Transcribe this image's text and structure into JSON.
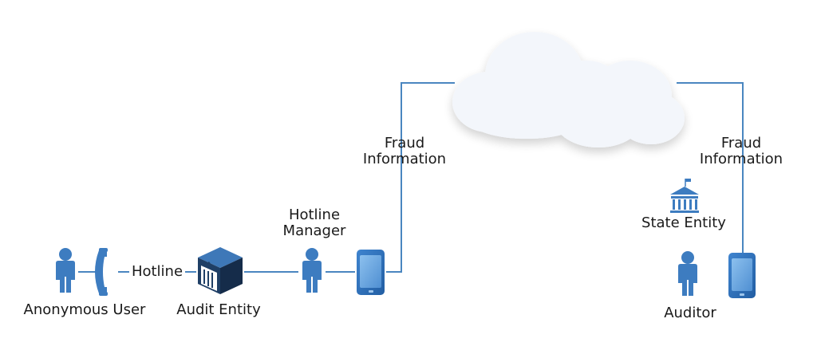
{
  "colors": {
    "connector": "#4a86c0",
    "person": "#3d7cc0",
    "device_body": "#2f6fb8",
    "device_screen": "#6aa6e0",
    "cloud": "#f3f6fb",
    "text": "#1a1a1a"
  },
  "icons": {
    "anonymous_user": "person-icon",
    "phone": "phone-handset-icon",
    "audit_entity": "building-cube-icon",
    "hotline_manager": "person-icon",
    "manager_device": "tablet-icon",
    "cloud": "cloud-icon",
    "state_entity": "government-building-icon",
    "auditor": "person-icon",
    "auditor_device": "tablet-icon"
  },
  "nodes": {
    "anonymous_user": "Anonymous User",
    "hotline": "Hotline",
    "audit_entity": "Audit Entity",
    "hotline_manager": [
      "Hotline",
      "Manager"
    ],
    "fraud_info_left": [
      "Fraud",
      "Information"
    ],
    "fraud_info_right": [
      "Fraud",
      "Information"
    ],
    "state_entity": "State Entity",
    "auditor": "Auditor"
  }
}
